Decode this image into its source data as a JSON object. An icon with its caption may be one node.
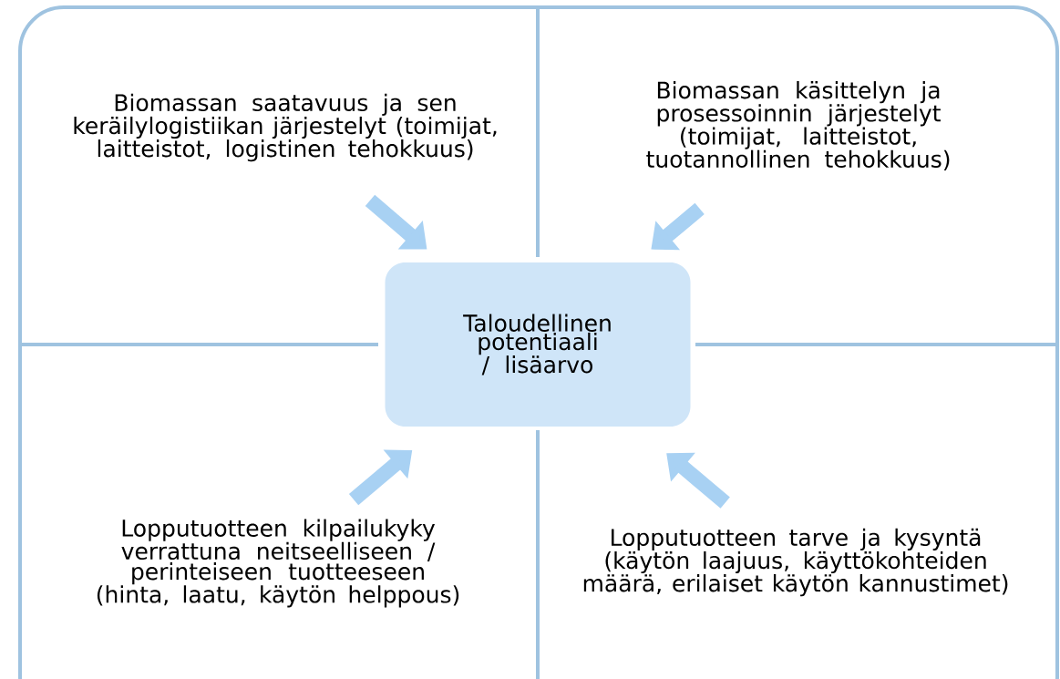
{
  "diagram": {
    "nodes": [
      {
        "text": [
          "Biomassan saatavuus ja sen keräilylogistiikan järjestelyt (toimijat, laitteistot, logistinen tehokkuus)"
        ]
      },
      {
        "text": [
          "Biomassan käsittelyn ja prosessoinnin järjestelyt (toimijat, laitteistot, tuotannollinen tehokkuus)"
        ]
      },
      {
        "text": [
          "Lopputuotteen kilpailukyky verrattuna neitseelliseen / perinteiseen tuotteeseen (hinta, laatu, käytön helppous)"
        ]
      },
      {
        "text": [
          "Lopputuotteen tarve ja kysyntä (käytön laajuus, käyttökohteiden määrä, erilaiset käytön kannustimet)"
        ]
      },
      {
        "text": [
          "Taloudellinen potentiaali / lisäarvo"
        ]
      }
    ],
    "edges": [
      {
        "from": 0,
        "to": 4,
        "arrow": "to"
      },
      {
        "from": 1,
        "to": 4,
        "arrow": "to"
      },
      {
        "from": 2,
        "to": 4,
        "arrow": "to"
      },
      {
        "from": 3,
        "to": 4,
        "arrow": "to"
      }
    ]
  }
}
